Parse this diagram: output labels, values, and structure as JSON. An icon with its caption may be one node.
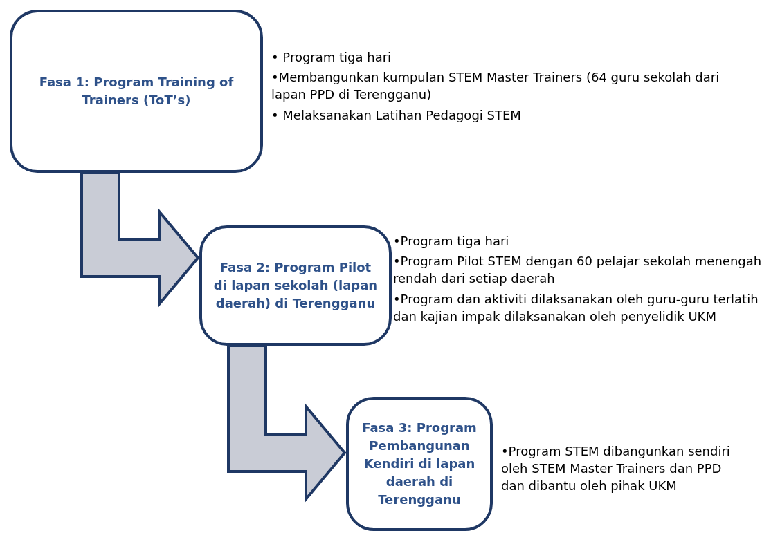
{
  "diagram": {
    "nodes": [
      {
        "text": [
          "Fasa 1: Program Training of Trainers (ToT’s)"
        ],
        "beside": [
          "• Program tiga hari",
          "•Membangunkan kumpulan STEM Master Trainers (64 guru sekolah dari lapan PPD di Terengganu)",
          "• Melaksanakan Latihan Pedagogi STEM"
        ]
      },
      {
        "text": [
          "Fasa 2: Program Pilot di lapan sekolah (lapan daerah) di Terengganu"
        ],
        "beside": [
          "•Program tiga hari",
          "•Program Pilot STEM dengan 60  pelajar sekolah menengah rendah dari setiap daerah",
          "•Program dan aktiviti dilaksanakan oleh guru-guru terlatih dan kajian impak dilaksanakan oleh penyelidik UKM"
        ]
      },
      {
        "text": [
          "Fasa 3: Program Pembangunan Kendiri di lapan daerah di Terengganu"
        ],
        "beside": [
          "•Program STEM dibangunkan sendiri oleh STEM Master Trainers dan PPD dan dibantu oleh pihak UKM"
        ]
      }
    ],
    "edges": [
      {
        "from": 0,
        "to": 1,
        "arrow": "to",
        "style": "thick"
      },
      {
        "from": 1,
        "to": 2,
        "arrow": "to",
        "style": "thick"
      }
    ]
  }
}
